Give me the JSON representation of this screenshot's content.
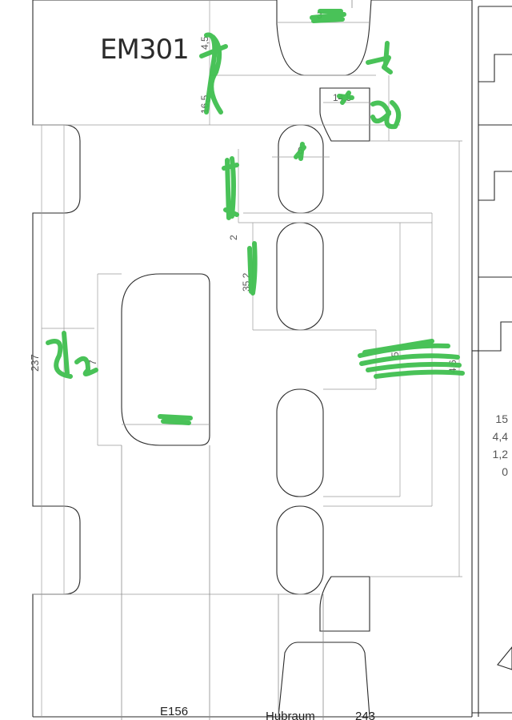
{
  "part_label": "EM301",
  "dimensions": {
    "top_slot_width": "3",
    "upper_height_a": "4,5",
    "upper_height_b": "16,5",
    "notch_width": "14,5",
    "oval_label": "6",
    "left_height_a": "2",
    "left_height_b": "35,2",
    "overall_height": "237",
    "left_big_height": "7",
    "right_dim_a": "5",
    "right_dim_b": "4,6"
  },
  "side_values": [
    "15",
    "4,4",
    "1,2",
    "0"
  ],
  "bottom_labels": {
    "left": "E156",
    "middle": "Hubraum",
    "right": "243"
  },
  "colors": {
    "line": "#2a2a2a",
    "dimension_line": "#9a9a9a",
    "annotation": "#3fbf4f"
  }
}
